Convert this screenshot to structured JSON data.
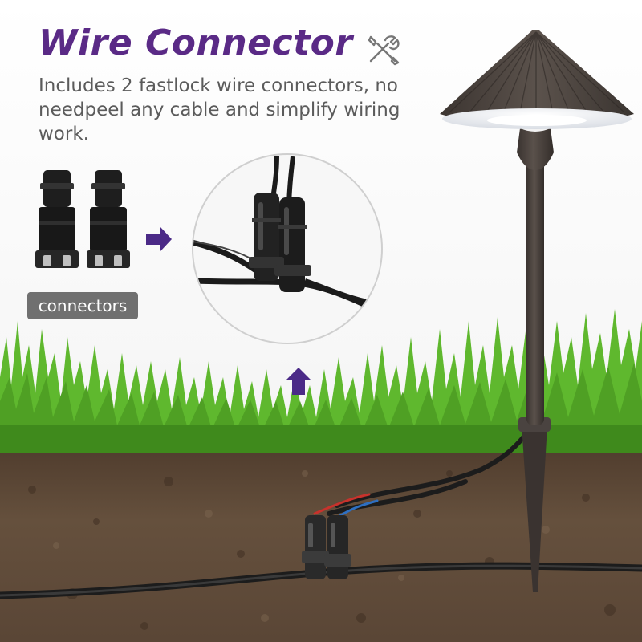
{
  "heading": {
    "title": "Wire Connector",
    "description": "Includes 2 fastlock wire connectors, no needpeel any cable and simplify wiring work."
  },
  "connectors_label": "connectors",
  "icons": {
    "title_icon": "tools-icon",
    "right_arrow": "arrow-right-icon",
    "up_arrow": "arrow-up-icon"
  },
  "colors": {
    "title": "#5a2a86",
    "arrow": "#4b2a87",
    "grass": "#5fb82e",
    "soil": "#5a4636",
    "lamp": "#4a4340"
  }
}
